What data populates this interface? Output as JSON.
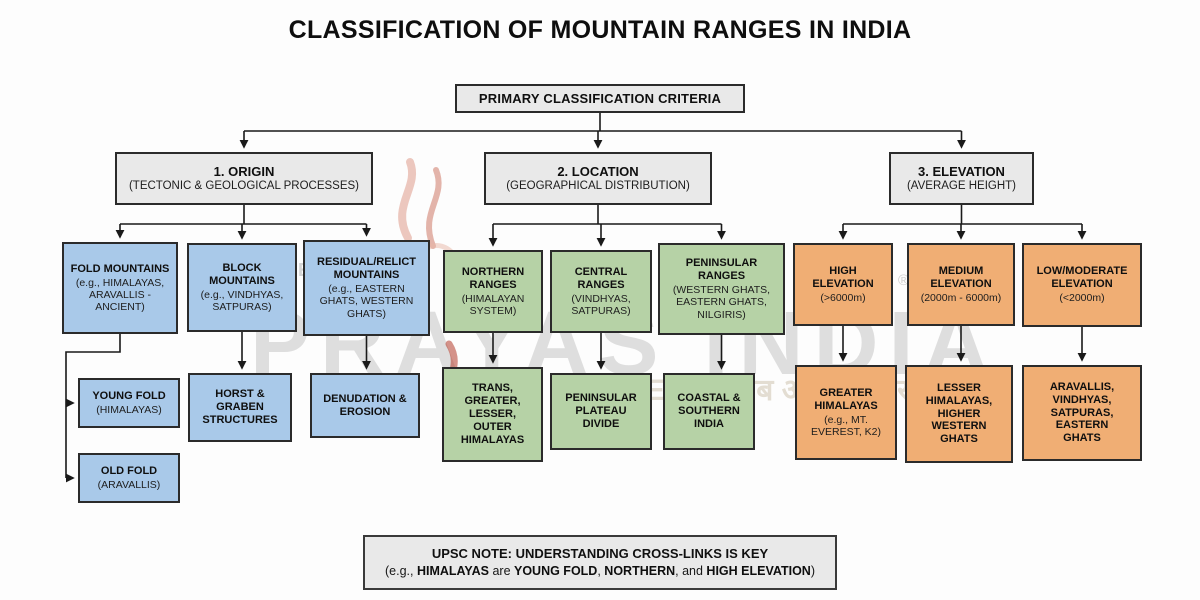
{
  "title": "CLASSIFICATION OF MOUNTAIN RANGES IN INDIA",
  "root": {
    "label": "PRIMARY CLASSIFICATION CRITERIA"
  },
  "criteria": {
    "origin": {
      "title": "1. ORIGIN",
      "subtitle": "(TECTONIC & GEOLOGICAL PROCESSES)"
    },
    "location": {
      "title": "2. LOCATION",
      "subtitle": "(GEOGRAPHICAL DISTRIBUTION)"
    },
    "elevation": {
      "title": "3. ELEVATION",
      "subtitle": "(AVERAGE HEIGHT)"
    }
  },
  "origin_children": {
    "fold": {
      "title": "FOLD MOUNTAINS",
      "subtitle": "(e.g., HIMALAYAS, ARAVALLIS - ANCIENT)"
    },
    "block": {
      "title": "BLOCK MOUNTAINS",
      "subtitle": "(e.g., VINDHYAS, SATPURAS)"
    },
    "residual": {
      "title": "RESIDUAL/RELICT MOUNTAINS",
      "subtitle": "(e.g., EASTERN GHATS, WESTERN GHATS)"
    },
    "young_fold": {
      "title": "YOUNG FOLD",
      "subtitle": "(HIMALAYAS)"
    },
    "old_fold": {
      "title": "OLD FOLD",
      "subtitle": "(ARAVALLIS)"
    },
    "horst": {
      "title": "HORST & GRABEN STRUCTURES"
    },
    "denudation": {
      "title": "DENUDATION & EROSION"
    }
  },
  "location_children": {
    "northern": {
      "title": "NORTHERN RANGES",
      "subtitle": "(HIMALAYAN SYSTEM)"
    },
    "central": {
      "title": "CENTRAL RANGES",
      "subtitle": "(VINDHYAS, SATPURAS)"
    },
    "peninsular": {
      "title": "PENINSULAR RANGES",
      "subtitle": "(WESTERN GHATS, EASTERN GHATS, NILGIRIS)"
    },
    "trans": {
      "title": "TRANS, GREATER, LESSER, OUTER HIMALAYAS"
    },
    "plateau": {
      "title": "PENINSULAR PLATEAU DIVIDE"
    },
    "coastal": {
      "title": "COASTAL & SOUTHERN INDIA"
    }
  },
  "elevation_children": {
    "high": {
      "title": "HIGH ELEVATION",
      "subtitle": "(>6000m)"
    },
    "medium": {
      "title": "MEDIUM ELEVATION",
      "subtitle": "(2000m - 6000m)"
    },
    "low": {
      "title": "LOW/MODERATE ELEVATION",
      "subtitle": "(<2000m)"
    },
    "greater": {
      "title": "GREATER HIMALAYAS",
      "subtitle": "(e.g., MT. EVEREST, K2)"
    },
    "lesser": {
      "title": "LESSER HIMALAYAS, HIGHER WESTERN GHATS"
    },
    "aravallis": {
      "title": "ARAVALLIS, VINDHYAS, SATPURAS, EASTERN GHATS"
    }
  },
  "note": {
    "line1": "UPSC NOTE: UNDERSTANDING CROSS-LINKS IS KEY",
    "line2": {
      "p1": "(e.g., ",
      "b1": "HIMALAYAS",
      "p2": " are ",
      "b2": "YOUNG FOLD",
      "p3": ", ",
      "b3": "NORTHERN",
      "p4": ", and ",
      "b4": "HIGH ELEVATION",
      "p5": ")"
    }
  },
  "watermark": {
    "the": "THE",
    "brand": "PRAYAS INDIA",
    "registered": "®",
    "tagline": "Exam अब आपके शहर में है!"
  },
  "colors": {
    "origin_fill": "#a9c9e9",
    "location_fill": "#b6d2a6",
    "elevation_fill": "#f0ae74",
    "header_fill": "#e9e9e9",
    "line": "#1a1a1a"
  }
}
